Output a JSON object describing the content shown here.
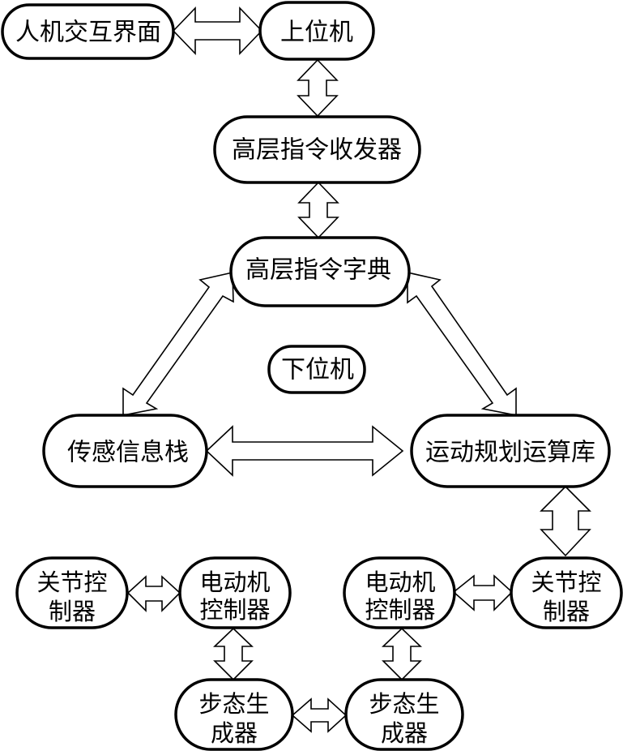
{
  "diagram": {
    "type": "block-diagram",
    "nodes": {
      "hmi": {
        "label": "人机交互界面"
      },
      "host": {
        "label": "上位机"
      },
      "cmd_transceiver": {
        "label": "高层指令收发器"
      },
      "cmd_dictionary": {
        "label": "高层指令字典"
      },
      "slave": {
        "label": "下位机"
      },
      "sensor_stack": {
        "label": "传感信息栈"
      },
      "motion_planning": {
        "label": "运动规划运算库"
      },
      "joint_ctrl_left": {
        "lines": [
          "关节控",
          "制器"
        ]
      },
      "motor_ctrl_left": {
        "lines": [
          "电动机",
          "控制器"
        ]
      },
      "gait_gen_left": {
        "lines": [
          "步态生",
          "成器"
        ]
      },
      "motor_ctrl_right": {
        "lines": [
          "电动机",
          "控制器"
        ]
      },
      "joint_ctrl_right": {
        "lines": [
          "关节控",
          "制器"
        ]
      },
      "gait_gen_right": {
        "lines": [
          "步态生",
          "成器"
        ]
      }
    },
    "edges": [
      {
        "from": "hmi",
        "to": "host",
        "direction": "bidirectional"
      },
      {
        "from": "host",
        "to": "cmd_transceiver",
        "direction": "bidirectional"
      },
      {
        "from": "cmd_transceiver",
        "to": "cmd_dictionary",
        "direction": "bidirectional"
      },
      {
        "from": "cmd_dictionary",
        "to": "sensor_stack",
        "direction": "bidirectional"
      },
      {
        "from": "cmd_dictionary",
        "to": "motion_planning",
        "direction": "bidirectional"
      },
      {
        "from": "sensor_stack",
        "to": "motion_planning",
        "direction": "bidirectional"
      },
      {
        "from": "motion_planning",
        "to": "joint_ctrl_right",
        "direction": "bidirectional"
      },
      {
        "from": "joint_ctrl_right",
        "to": "motor_ctrl_right",
        "direction": "bidirectional"
      },
      {
        "from": "motor_ctrl_right",
        "to": "gait_gen_right",
        "direction": "bidirectional"
      },
      {
        "from": "gait_gen_right",
        "to": "gait_gen_left",
        "direction": "bidirectional"
      },
      {
        "from": "gait_gen_left",
        "to": "motor_ctrl_left",
        "direction": "bidirectional"
      },
      {
        "from": "motor_ctrl_left",
        "to": "joint_ctrl_left",
        "direction": "bidirectional"
      }
    ]
  }
}
